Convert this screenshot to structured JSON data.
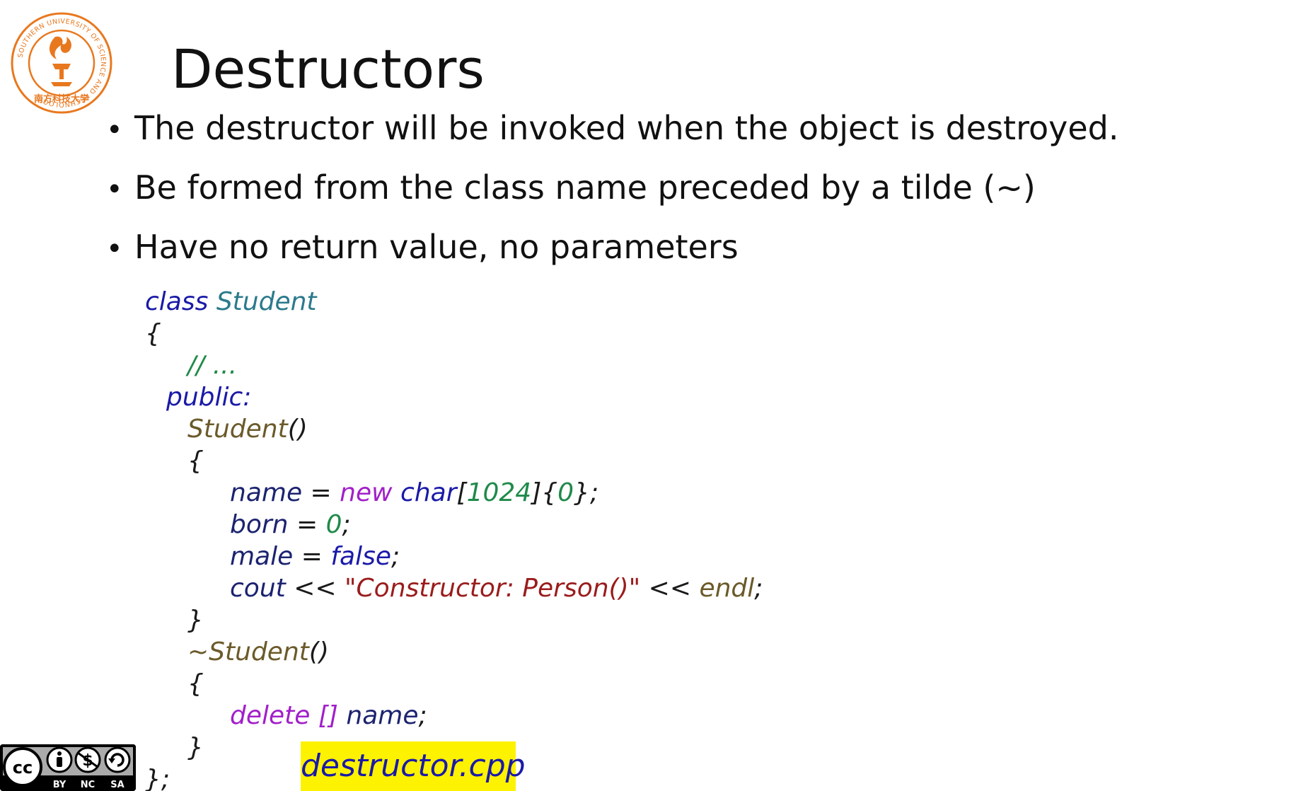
{
  "slide": {
    "title": "Destructors",
    "bullets": [
      "The destructor will be invoked when the object is destroyed.",
      "Be formed from the class name preceded by a tilde (~)",
      "Have no return value, no parameters"
    ],
    "bullet_char": "•"
  },
  "code": {
    "class_kw": "class",
    "class_name": "Student",
    "open_brace": "{",
    "comment": "// ...",
    "public_kw": "public:",
    "ctor_name": "Student",
    "parens": "()",
    "ctor_open": "{",
    "name_var": "name",
    "assign": " = ",
    "new_kw": "new",
    "char_kw": "char",
    "bracket_open": "[",
    "size_num": "1024",
    "bracket_close": "]",
    "brace_init_open": "{",
    "zero": "0",
    "brace_init_close": "}",
    "semi": ";",
    "born_var": "born",
    "male_var": "male",
    "false_kw": "false",
    "cout_var": "cout",
    "shift": " << ",
    "ctor_string": "\"Constructor: Person()\"",
    "endl_fn": "endl",
    "ctor_close": "}",
    "dtor_name": "~Student",
    "dtor_open": "{",
    "delete_kw": "delete",
    "delete_brackets": "[]",
    "dtor_close": "}",
    "class_close": "};"
  },
  "file_label": "destructor.cpp",
  "license": {
    "cc": "cc",
    "by": "BY",
    "nc": "NC",
    "sa": "SA"
  },
  "logo": {
    "seal_text": "SOUTHERN UNIVERSITY OF SCIENCE AND TECHNOLOGY",
    "seal_cn": "南方科技大学"
  },
  "colors": {
    "keyword": "#1a1aa8",
    "type_name": "#2b7a8c",
    "operator_kw": "#a21fc9",
    "function": "#6b5a2a",
    "variable": "#1c2370",
    "number": "#1f8a4a",
    "string": "#9a1c1c",
    "highlight": "#fdf200",
    "seal_orange": "#e8781e"
  }
}
